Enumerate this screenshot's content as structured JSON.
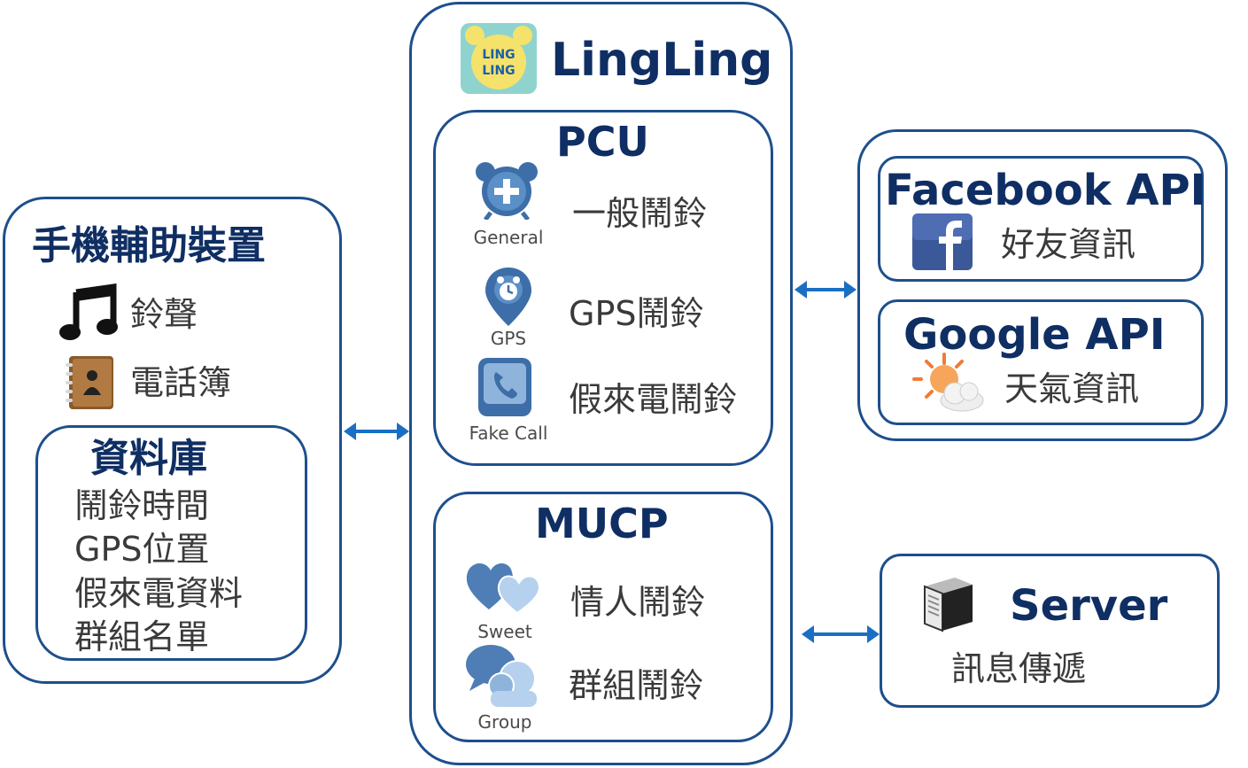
{
  "device": {
    "title": "手機輔助裝置",
    "items": [
      "鈴聲",
      "電話簿"
    ],
    "database": {
      "title": "資料庫",
      "items": [
        "鬧鈴時間",
        "GPS位置",
        "假來電資料",
        "群組名單"
      ]
    }
  },
  "app": {
    "title": "LingLing",
    "logo_text": [
      "LING",
      "LING"
    ],
    "pcu": {
      "title": "PCU",
      "items": [
        {
          "icon_label": "General",
          "label": "一般鬧鈴"
        },
        {
          "icon_label": "GPS",
          "label": "GPS鬧鈴"
        },
        {
          "icon_label": "Fake Call",
          "label": "假來電鬧鈴"
        }
      ]
    },
    "mucp": {
      "title": "MUCP",
      "items": [
        {
          "icon_label": "Sweet",
          "label": "情人鬧鈴"
        },
        {
          "icon_label": "Group",
          "label": "群組鬧鈴"
        }
      ]
    }
  },
  "apis": {
    "facebook": {
      "title": "Facebook API",
      "label": "好友資訊"
    },
    "google": {
      "title": "Google API",
      "label": "天氣資訊"
    }
  },
  "server": {
    "title": "Server",
    "label": "訊息傳遞"
  },
  "colors": {
    "border": "#1d4f8c",
    "title": "#0f2e63",
    "arrow": "#1a6fc4"
  }
}
